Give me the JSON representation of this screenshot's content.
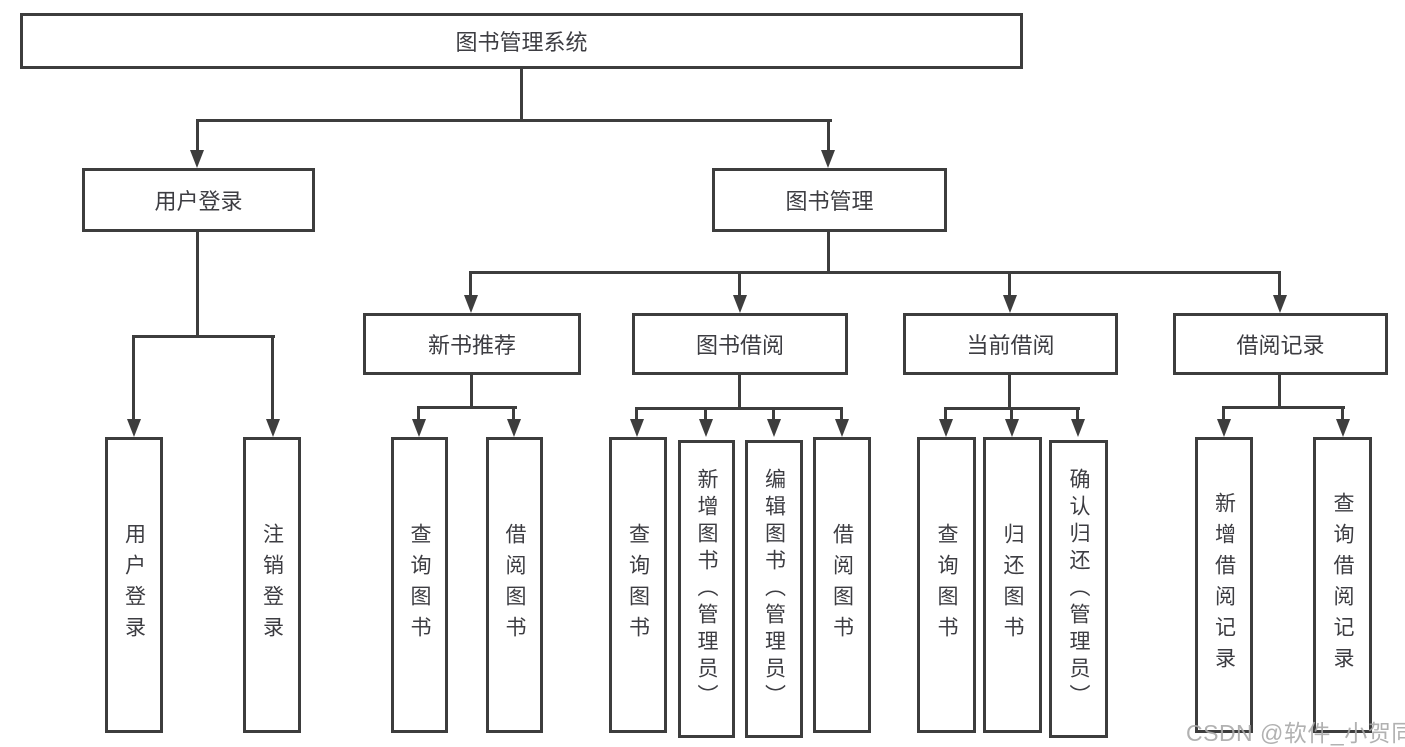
{
  "nodes": {
    "root": {
      "label": "图书管理系统"
    },
    "user_login": {
      "label": "用户登录"
    },
    "book_management": {
      "label": "图书管理"
    },
    "new_book_recommend": {
      "label": "新书推荐"
    },
    "book_borrowing": {
      "label": "图书借阅"
    },
    "current_borrowing": {
      "label": "当前借阅"
    },
    "borrow_records": {
      "label": "借阅记录"
    },
    "leaf_user_login": {
      "label": "用户登录"
    },
    "leaf_logout_login": {
      "label": "注销登录"
    },
    "leaf_query_books_recommend": {
      "label": "查询图书"
    },
    "leaf_borrow_books_recommend": {
      "label": "借阅图书"
    },
    "leaf_query_books_borrowing": {
      "label": "查询图书"
    },
    "leaf_add_books_admin": {
      "label": "新增图书（管理员）"
    },
    "leaf_edit_books_admin": {
      "label": "编辑图书（管理员）"
    },
    "leaf_borrow_books_borrowing": {
      "label": "借阅图书"
    },
    "leaf_query_books_current": {
      "label": "查询图书"
    },
    "leaf_return_books": {
      "label": "归还图书"
    },
    "leaf_confirm_return_admin": {
      "label": "确认归还（管理员）"
    },
    "leaf_add_borrow_record": {
      "label": "新增借阅记录"
    },
    "leaf_query_borrow_record": {
      "label": "查询借阅记录"
    }
  },
  "watermark": {
    "text": "CSDN @软件_小贺同学"
  },
  "colors": {
    "line": "#3d3d3d",
    "text": "#3d3d42",
    "watermark": "#a9a9a9",
    "background": "#ffffff"
  }
}
